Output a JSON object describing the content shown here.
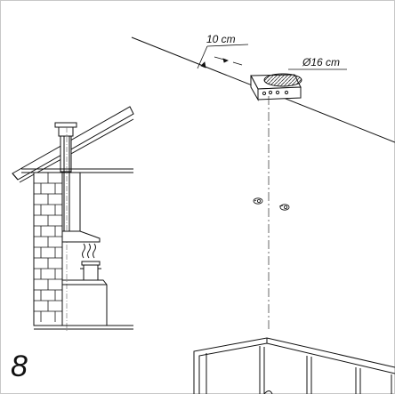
{
  "step": {
    "number": "8"
  },
  "dimensions": {
    "clearance": "10 cm",
    "diameter": "Ø16 cm"
  }
}
